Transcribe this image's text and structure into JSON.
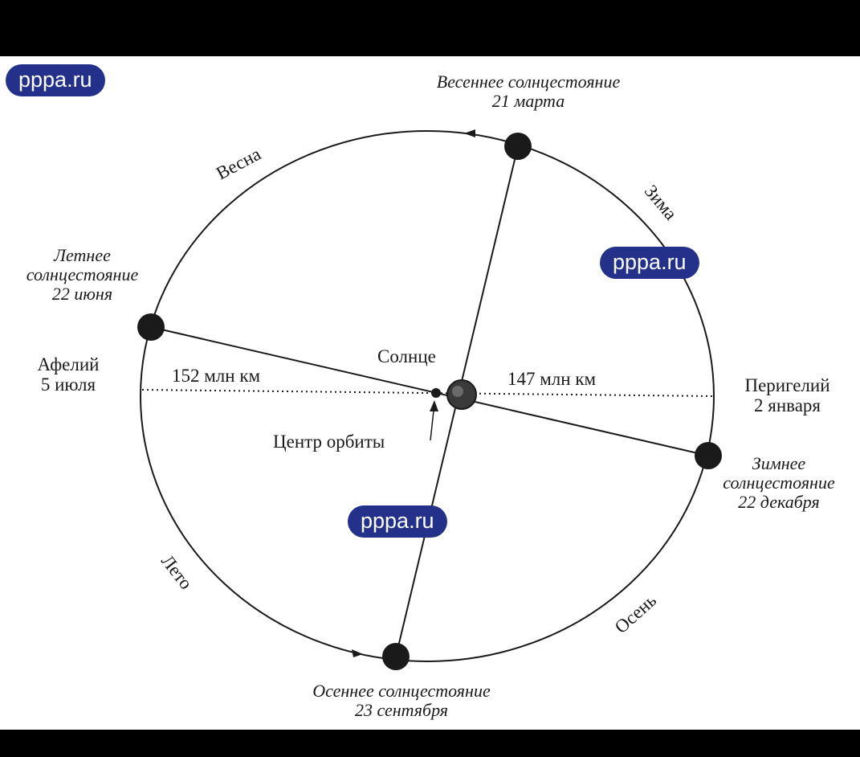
{
  "watermarks": [
    "pppa.ru",
    "pppa.ru",
    "pppa.ru"
  ],
  "positions": {
    "spring_equinox": {
      "line1": "Весеннее солнцестояние",
      "line2": "21 марта"
    },
    "summer_solstice": {
      "line1": "Летнее",
      "line2": "солнцестояние",
      "line3": "22 июня"
    },
    "autumn_equinox": {
      "line1": "Осеннее солнцестояние",
      "line2": "23 сентября"
    },
    "winter_solstice": {
      "line1": "Зимнее",
      "line2": "солнцестояние",
      "line3": "22 декабря"
    }
  },
  "seasons": {
    "spring": "Весна",
    "winter": "Зима",
    "summer": "Лето",
    "autumn": "Осень"
  },
  "aphelion": {
    "line1": "Афелий",
    "line2": "5 июля",
    "distance": "152 млн км"
  },
  "perihelion": {
    "line1": "Перигелий",
    "line2": "2 января",
    "distance": "147 млн км"
  },
  "sun_label": "Солнце",
  "orbit_center_label": "Центр орбиты",
  "colors": {
    "badge": "#24318a",
    "ink": "#1a1a1a",
    "frame": "#000000"
  }
}
